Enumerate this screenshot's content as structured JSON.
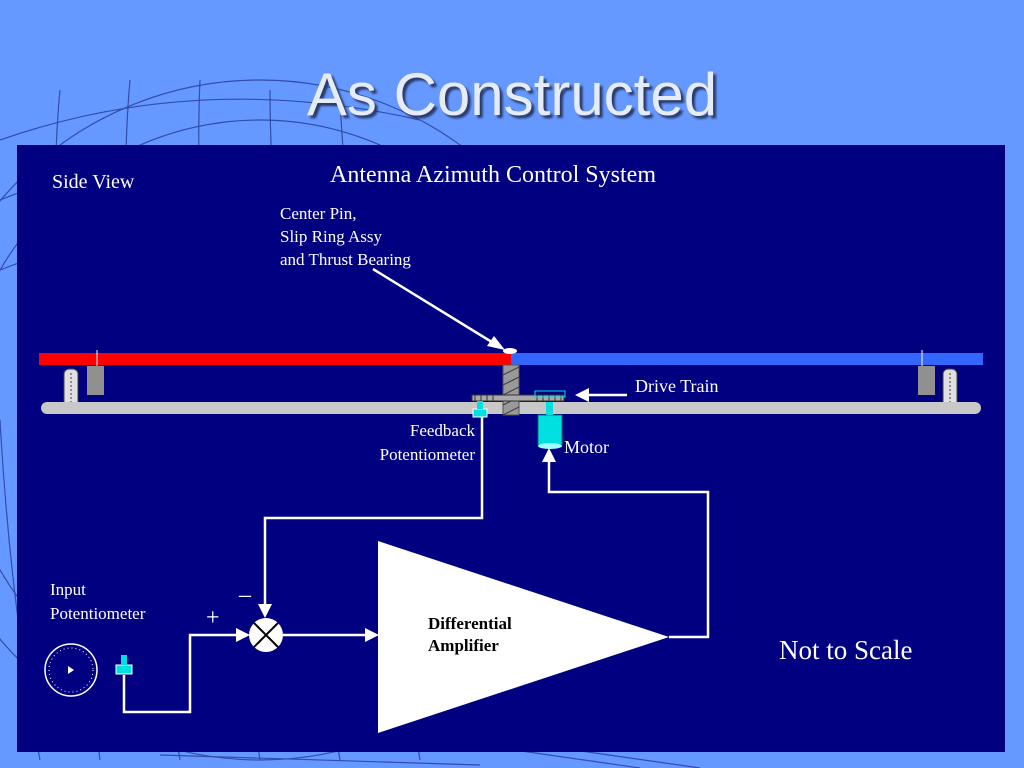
{
  "slide": {
    "title": "As Constructed"
  },
  "diagram": {
    "heading": "Antenna Azimuth Control System",
    "view_label": "Side View",
    "center_pin_label": [
      "Center Pin,",
      "Slip Ring Assy",
      "and Thrust Bearing"
    ],
    "drive_train_label": "Drive Train",
    "feedback_pot_label": [
      "Feedback",
      "Potentiometer"
    ],
    "motor_label": "Motor",
    "input_pot_label": [
      "Input",
      "Potentiometer"
    ],
    "amplifier_label": [
      "Differential",
      "Amplifier"
    ],
    "plus_sign": "+",
    "minus_sign": "–",
    "scale_note": "Not to Scale"
  },
  "colors": {
    "background": "#6699ff",
    "panel": "#000080",
    "antenna_left": "#ff0000",
    "antenna_right": "#3366ff",
    "base_rail": "#c8c8c8",
    "motor": "#00e0e0",
    "signal_line": "#ffffff"
  }
}
